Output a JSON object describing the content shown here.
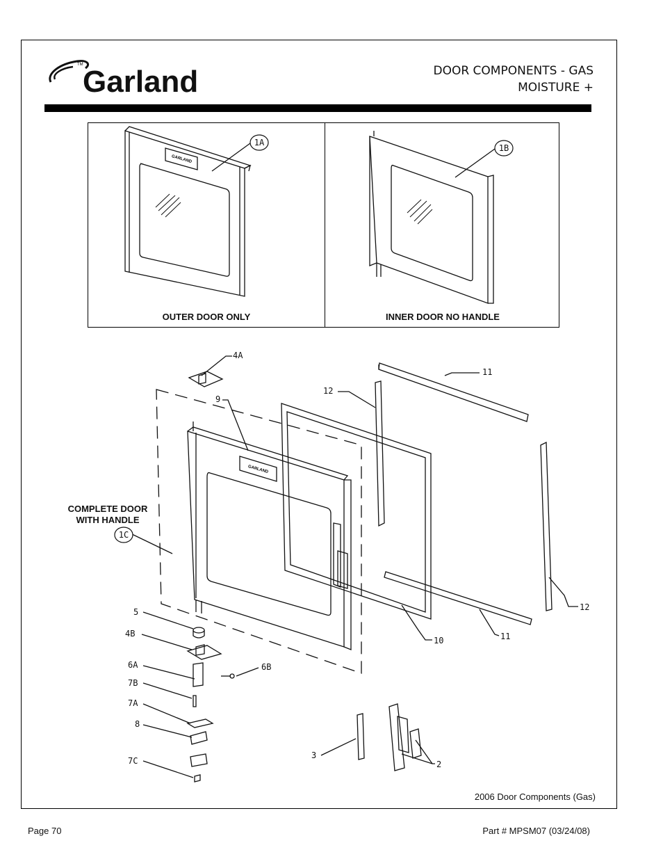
{
  "brand": "Garland",
  "brand_mark": "TM",
  "header": {
    "title_line1": "DOOR COMPONENTS - GAS",
    "title_line2": "MOISTURE +"
  },
  "panels": {
    "left_label": "OUTER DOOR ONLY",
    "right_label": "INNER DOOR NO HANDLE",
    "left_callout": "1A",
    "right_callout": "1B",
    "door_badge": "GARLAND"
  },
  "assembly": {
    "complete_label_line1": "COMPLETE DOOR",
    "complete_label_line2": "WITH HANDLE",
    "callouts": {
      "c1c": "1C",
      "c4a": "4A",
      "c9": "9",
      "c12a": "12",
      "c11a": "11",
      "c12b": "12",
      "c11b": "11",
      "c10": "10",
      "c5": "5",
      "c4b": "4B",
      "c6a": "6A",
      "c6b": "6B",
      "c7b": "7B",
      "c7a": "7A",
      "c8": "8",
      "c7c": "7C",
      "c3": "3",
      "c2": "2"
    }
  },
  "caption": "2006 Door Components (Gas)",
  "footer": {
    "page": "Page 70",
    "part": "Part # MPSM07 (03/24/08)"
  }
}
